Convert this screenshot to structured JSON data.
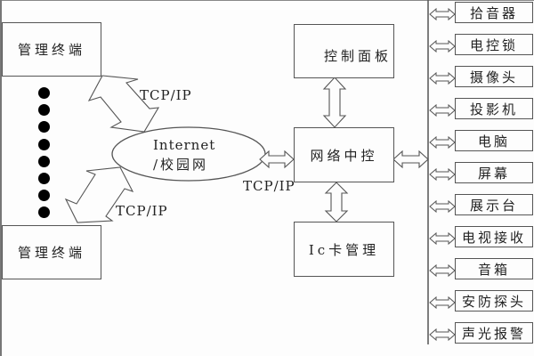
{
  "diagram": {
    "terminals": [
      {
        "label": "管理终端"
      },
      {
        "label": "管理终端"
      }
    ],
    "ellipsis_dot_count": 8,
    "network": {
      "line1": "Internet",
      "line2": "/校园网"
    },
    "protocol_labels": [
      "TCP/IP",
      "TCP/IP",
      "TCP/IP"
    ],
    "control_panel": {
      "label": "控制面板"
    },
    "central_control": {
      "label": "网络中控"
    },
    "ic_card": {
      "label": "Ic卡管理"
    },
    "devices": [
      {
        "label": "拾音器"
      },
      {
        "label": "电控锁"
      },
      {
        "label": "摄像头"
      },
      {
        "label": "投影机"
      },
      {
        "label": "电脑"
      },
      {
        "label": "屏幕"
      },
      {
        "label": "展示台"
      },
      {
        "label": "电视接收"
      },
      {
        "label": "音箱"
      },
      {
        "label": "安防探头"
      },
      {
        "label": "声光报警"
      }
    ]
  }
}
